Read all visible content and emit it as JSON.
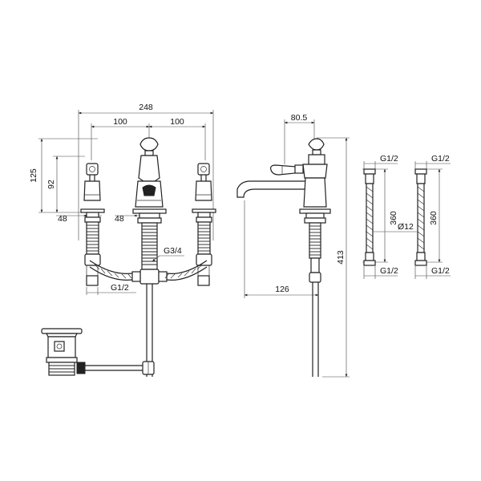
{
  "front_view": {
    "overall_width": "248",
    "spacing_left": "100",
    "spacing_right": "100",
    "height_overall": "125",
    "height_handle": "92",
    "dia_left": "48",
    "dia_center": "48",
    "thread_outlet": "G3/4",
    "thread_inlet": "G1/2"
  },
  "side_view": {
    "handle_offset": "80.5",
    "spout_reach": "126",
    "total_height": "413"
  },
  "hose_a": {
    "thread_top": "G1/2",
    "length": "360",
    "diameter": "Ø12",
    "thread_bottom": "G1/2"
  },
  "hose_b": {
    "thread_top": "G1/2",
    "length": "360",
    "thread_bottom": "G1/2"
  },
  "icons": [
    "hot-valve-icon",
    "cold-valve-icon",
    "spout-icon",
    "waste-icon",
    "hose-icon"
  ]
}
